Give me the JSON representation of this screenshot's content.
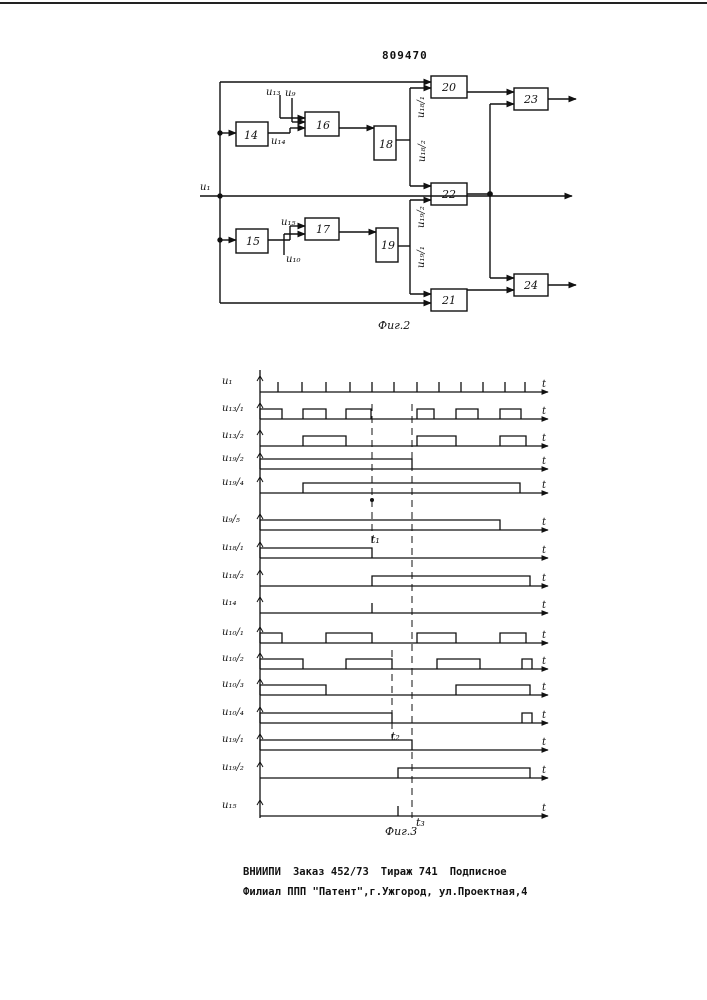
{
  "header": {
    "patent_number": "809470"
  },
  "fig2": {
    "caption": "Фиг.2",
    "blocks": [
      "14",
      "15",
      "16",
      "17",
      "18",
      "19",
      "20",
      "21",
      "22",
      "23",
      "24"
    ],
    "signals": {
      "u1": "u₁",
      "u13": "u₁₃",
      "u9": "u₉",
      "u14": "u₁₄",
      "u15": "u₁₅",
      "u10": "u₁₀",
      "u18_1": "u₁₈/₁",
      "u18_2": "u₁₈/₂",
      "u19_2": "u₁₉/₂",
      "u19_1": "u₁₉/₁"
    }
  },
  "fig3": {
    "caption": "Фиг.3",
    "time_axis_label": "t",
    "rows": [
      {
        "label": "u₁"
      },
      {
        "label": "u₁₃/₁"
      },
      {
        "label": "u₁₃/₂"
      },
      {
        "label": "u₁₉/₂"
      },
      {
        "label": "u₁₉/₄"
      },
      {
        "label": "u₉/₅"
      },
      {
        "label": "u₁₈/₁"
      },
      {
        "label": "u₁₈/₂"
      },
      {
        "label": "u₁₄"
      },
      {
        "label": "u₁₀/₁"
      },
      {
        "label": "u₁₀/₂"
      },
      {
        "label": "u₁₀/₃"
      },
      {
        "label": "u₁₀/₄"
      },
      {
        "label": "u₁₉/₁"
      },
      {
        "label": "u₁₉/₂"
      },
      {
        "label": "u₁₅"
      }
    ],
    "markers": {
      "t1": "t₁",
      "t2": "t₂",
      "t3": "t₃"
    }
  },
  "footer": {
    "org": "ВНИИПИ",
    "order": "Заказ 452/73",
    "run": "Тираж 741",
    "subscription": "Подписное",
    "branch": "Филиал ППП \"Патент\",г.Ужгород, ул.Проектная,4"
  }
}
